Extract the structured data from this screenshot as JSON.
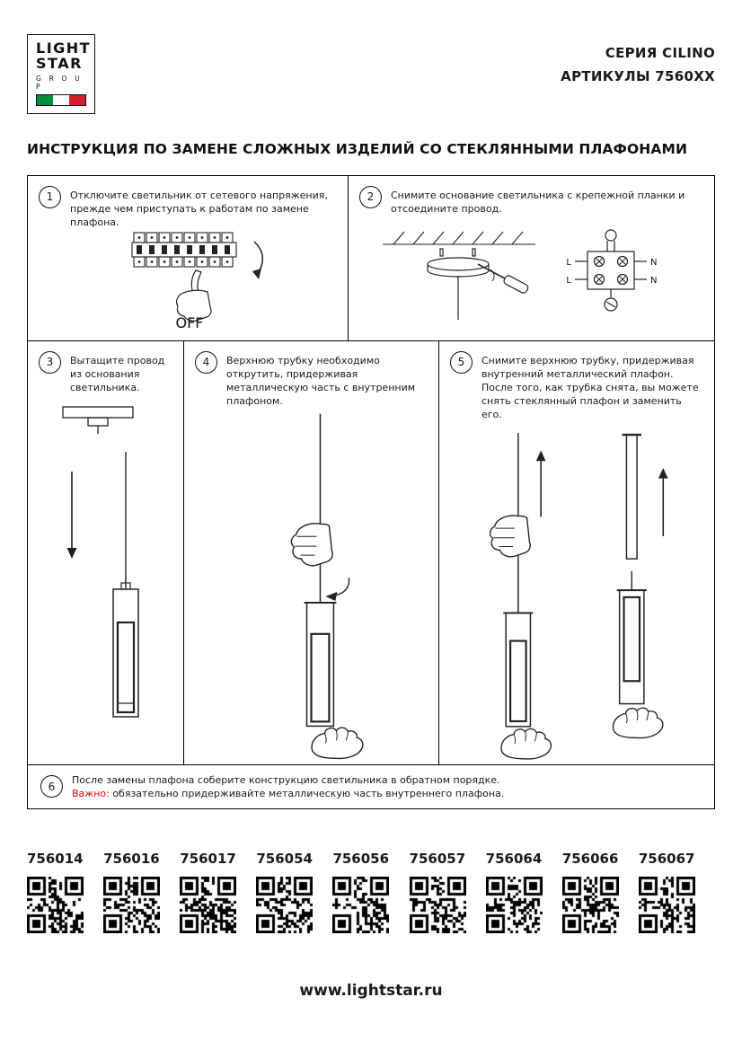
{
  "header": {
    "logo": {
      "line1": "LIGHT",
      "line2": "STAR",
      "line3": "G R O U P"
    },
    "series": "СЕРИЯ CILINO",
    "articles_line": "АРТИКУЛЫ 7560XX"
  },
  "title": "ИНСТРУКЦИЯ ПО ЗАМЕНЕ СЛОЖНЫХ ИЗДЕЛИЙ СО СТЕКЛЯННЫМИ ПЛАФОНАМИ",
  "steps": [
    {
      "num": "1",
      "text": "Отключите светильник от сетевого напряжения, прежде чем приступать к работам по замене плафона."
    },
    {
      "num": "2",
      "text": "Снимите основание светильника с крепежной планки и отсоедините провод."
    },
    {
      "num": "3",
      "text": "Вытащите провод из основания светильника."
    },
    {
      "num": "4",
      "text": "Верхнюю трубку необходимо открутить, придерживая металлическую часть с внутренним плафоном."
    },
    {
      "num": "5",
      "text": "Снимите верхнюю трубку, придерживая внутренний металлический плафон. После того, как трубка снята, вы можете снять стеклянный плафон и заменить его."
    },
    {
      "num": "6",
      "text": "После замены плафона соберите конструкцию светильника в обратном порядке.",
      "important_label": "Важно:",
      "important_text": " обязательно придерживайте металлическую часть внутреннего плафона."
    }
  ],
  "labels": {
    "off": "OFF",
    "l": "L",
    "n": "N"
  },
  "qr_codes": [
    "756014",
    "756016",
    "756017",
    "756054",
    "756056",
    "756057",
    "756064",
    "756066",
    "756067"
  ],
  "footer": {
    "website": "www.lightstar.ru"
  },
  "colors": {
    "accent_red": "#e30613",
    "ink": "#1a1a1a"
  }
}
